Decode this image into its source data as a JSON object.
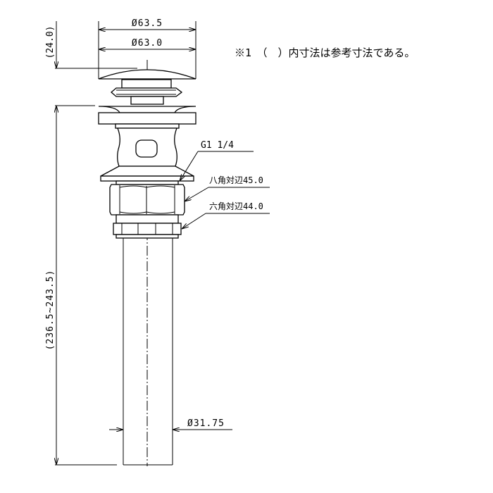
{
  "dimensions": {
    "top_outer_diameter": "Ø63.5",
    "top_inner_diameter": "Ø63.0",
    "cap_height": "(24.0)",
    "overall_length": "(236.5~243.5)",
    "pipe_diameter": "Ø31.75"
  },
  "callouts": {
    "thread": "G1 1/4",
    "octagon_nut": "八角対辺45.0",
    "hex_nut": "六角対辺44.0"
  },
  "note": "※1　（　）内寸法は参考寸法である。"
}
